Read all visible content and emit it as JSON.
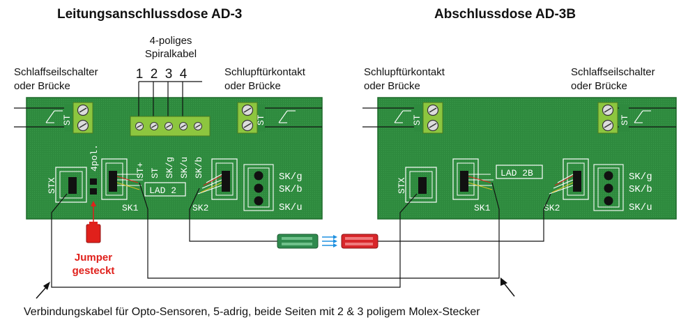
{
  "titles": {
    "left": "Leitungsanschlussdose AD-3",
    "right": "Abschlussdose AD-3B"
  },
  "cable": {
    "line1": "4-poliges",
    "line2": "Spiralkabel",
    "pins": [
      "1",
      "2",
      "3",
      "4"
    ]
  },
  "left_box": {
    "switch_line1": "Schlaffseilschalter",
    "switch_line2": "oder Brücke",
    "contact_line1": "Schlupftürkontakt",
    "contact_line2": "oder Brücke",
    "st": "ST",
    "terminal_labels": [
      "ST+",
      "ST",
      "SK/g",
      "SK/u",
      "SK/b"
    ],
    "stx": "STX",
    "four_pol": "4pol.",
    "lad": "LAD 2",
    "sk1": "SK1",
    "sk2": "SK2",
    "sk_right": [
      "SK/g",
      "SK/b",
      "SK/u"
    ]
  },
  "right_box": {
    "contact_line1": "Schlupftürkontakt",
    "contact_line2": "oder Brücke",
    "switch_line1": "Schlaffseilschalter",
    "switch_line2": "oder Brücke",
    "st": "ST",
    "stx": "STX",
    "lad": "LAD 2B",
    "sk1": "SK1",
    "sk2": "SK2",
    "sk_right": [
      "SK/g",
      "SK/b",
      "SK/u"
    ]
  },
  "jumper": {
    "line1": "Jumper",
    "line2": "gesteckt"
  },
  "footer": "Verbindungskabel für Opto-Sensoren, 5-adrig, beide Seiten mit 2 & 3 poligem Molex-Stecker",
  "colors": {
    "pcb": "#2e8a3e",
    "terminal": "#8dc63f",
    "jumper": "#e0201b",
    "connector_green": "#2f8a4e",
    "connector_red": "#d8262a",
    "arrow_blue": "#1e90e0"
  }
}
